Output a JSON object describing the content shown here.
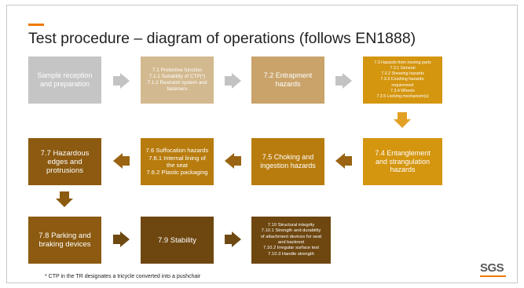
{
  "title": "Test procedure – diagram of operations (follows EN1888)",
  "boxes": {
    "b1": [
      "Sample reception",
      "and preparation"
    ],
    "b2": [
      "7.1 Protective function",
      "7.1.1 Suitability of CTP(*)",
      "7.1.2 Restraint system and",
      "fasteners"
    ],
    "b3": [
      "7.2 Entrapment",
      "hazards"
    ],
    "b4": [
      "7.3 Hazards from moving parts",
      "7.3.1 General",
      "7.3.2 Shearing hazards",
      "7.3.3 Crushing hazards,",
      "requirement",
      "7.3.4 Wheels",
      "7.3.5 Locking mechanism(s)"
    ],
    "b5": [
      "7.4 Entanglement",
      "and strangulation",
      "hazards"
    ],
    "b6": [
      "7.5 Choking and",
      "ingestion hazards"
    ],
    "b7": [
      "7.6 Suffocation hazards",
      "7.6.1 Internal lining of",
      "the seat",
      "7.6.2 Plastic packaging"
    ],
    "b8": [
      "7.7 Hazardous",
      "edges and",
      "protrusions"
    ],
    "b9": [
      "7.8 Parking and",
      "braking devices"
    ],
    "b10": [
      "7.9 Stability"
    ],
    "b11": [
      "7.10 Structural integrity",
      "7.10.1 Strength and durability",
      "of attachment devices for seat",
      "and backrest",
      "7.10.2 Irregular surface test",
      "7.10.3 Handle strength"
    ]
  },
  "footnote": "* CTP in the TR designates a tricycle converted into a pushchair",
  "logo": "SGS",
  "colors": {
    "grey": "#c5c5c5",
    "tan_light": "#d3b98f",
    "tan": "#c9a36a",
    "orange": "#d4950f",
    "amber": "#b87c0e",
    "brown": "#8c5a10",
    "dark_brown": "#6e4710",
    "arrow_grey": "#c3c3c3",
    "arrow_orange": "#e2a024",
    "arrow_brown": "#9a6412",
    "arrow_dark": "#6e4a12",
    "accent": "#f07800"
  }
}
